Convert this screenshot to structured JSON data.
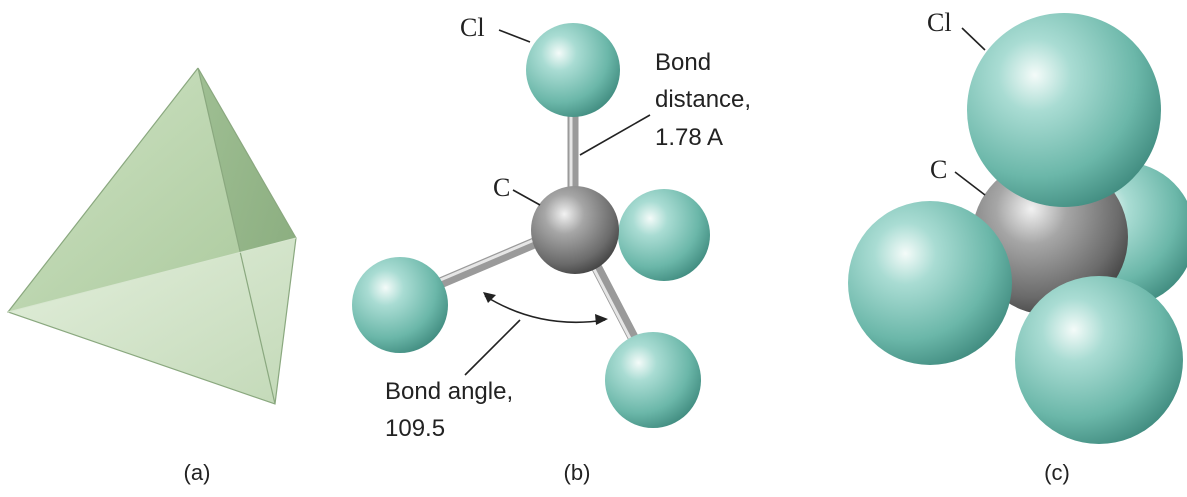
{
  "panels": {
    "a": {
      "caption": "(a)"
    },
    "b": {
      "caption": "(b)",
      "chlorine_label": "Cl",
      "carbon_label": "C",
      "bond_distance_label_line1": "Bond",
      "bond_distance_label_line2": "distance,",
      "bond_distance_label_line3": "1.78 A",
      "bond_angle_label_line1": "Bond angle,",
      "bond_angle_label_line2": "109.5"
    },
    "c": {
      "caption": "(c)",
      "chlorine_label": "Cl",
      "carbon_label": "C"
    }
  },
  "colors": {
    "chlorine": "#6fbcae",
    "carbon": "#7a7a7a",
    "tetrahedron": "#b9d4ae",
    "bond": "#a9a9a9"
  }
}
